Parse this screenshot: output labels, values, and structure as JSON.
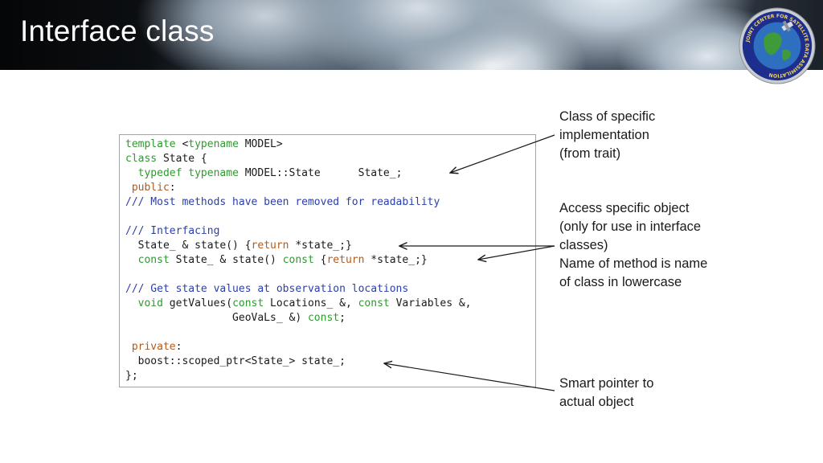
{
  "header": {
    "title": "Interface class",
    "logo_text": "JOINT CENTER FOR SATELLITE DATA ASSIMILATION"
  },
  "code": {
    "lines": [
      [
        {
          "t": "template",
          "c": "kw"
        },
        {
          "t": " <"
        },
        {
          "t": "typename",
          "c": "kw"
        },
        {
          "t": " MODEL>"
        }
      ],
      [
        {
          "t": "class",
          "c": "kw"
        },
        {
          "t": " State {"
        }
      ],
      [
        {
          "t": "  "
        },
        {
          "t": "typedef",
          "c": "kw"
        },
        {
          "t": " "
        },
        {
          "t": "typename",
          "c": "kw"
        },
        {
          "t": " MODEL::State      State_;"
        }
      ],
      [
        {
          "t": " "
        },
        {
          "t": "public",
          "c": "acc"
        },
        {
          "t": ":"
        }
      ],
      [
        {
          "t": "/// Most methods have been removed for readability",
          "c": "cm"
        }
      ],
      [
        {
          "t": ""
        }
      ],
      [
        {
          "t": "/// Interfacing",
          "c": "cm"
        }
      ],
      [
        {
          "t": "  State_ & state() {"
        },
        {
          "t": "return",
          "c": "acc"
        },
        {
          "t": " *state_;}"
        }
      ],
      [
        {
          "t": "  "
        },
        {
          "t": "const",
          "c": "kw"
        },
        {
          "t": " State_ & state() "
        },
        {
          "t": "const",
          "c": "kw"
        },
        {
          "t": " {"
        },
        {
          "t": "return",
          "c": "acc"
        },
        {
          "t": " *state_;}"
        }
      ],
      [
        {
          "t": ""
        }
      ],
      [
        {
          "t": "/// Get state values at observation locations",
          "c": "cm"
        }
      ],
      [
        {
          "t": "  "
        },
        {
          "t": "void",
          "c": "kw"
        },
        {
          "t": " getValues("
        },
        {
          "t": "const",
          "c": "kw"
        },
        {
          "t": " Locations_ &, "
        },
        {
          "t": "const",
          "c": "kw"
        },
        {
          "t": " Variables &,"
        }
      ],
      [
        {
          "t": "                 GeoVaLs_ &) "
        },
        {
          "t": "const",
          "c": "kw"
        },
        {
          "t": ";"
        }
      ],
      [
        {
          "t": ""
        }
      ],
      [
        {
          "t": " "
        },
        {
          "t": "private",
          "c": "acc"
        },
        {
          "t": ":"
        }
      ],
      [
        {
          "t": "  boost::scoped_ptr<State_> state_;"
        }
      ],
      [
        {
          "t": "};"
        }
      ]
    ]
  },
  "annotations": {
    "trait": [
      "Class of specific",
      "implementation",
      "(from trait)"
    ],
    "access": [
      "Access specific object",
      "(only for use in interface",
      "classes)",
      "Name of method is name",
      "of class in lowercase"
    ],
    "pointer": [
      "Smart pointer to",
      "actual object"
    ]
  },
  "colors": {
    "keyword": "#2e9a2e",
    "access_specifier": "#b05a1c",
    "comment": "#2b3fa8",
    "text": "#1a1a1a"
  }
}
